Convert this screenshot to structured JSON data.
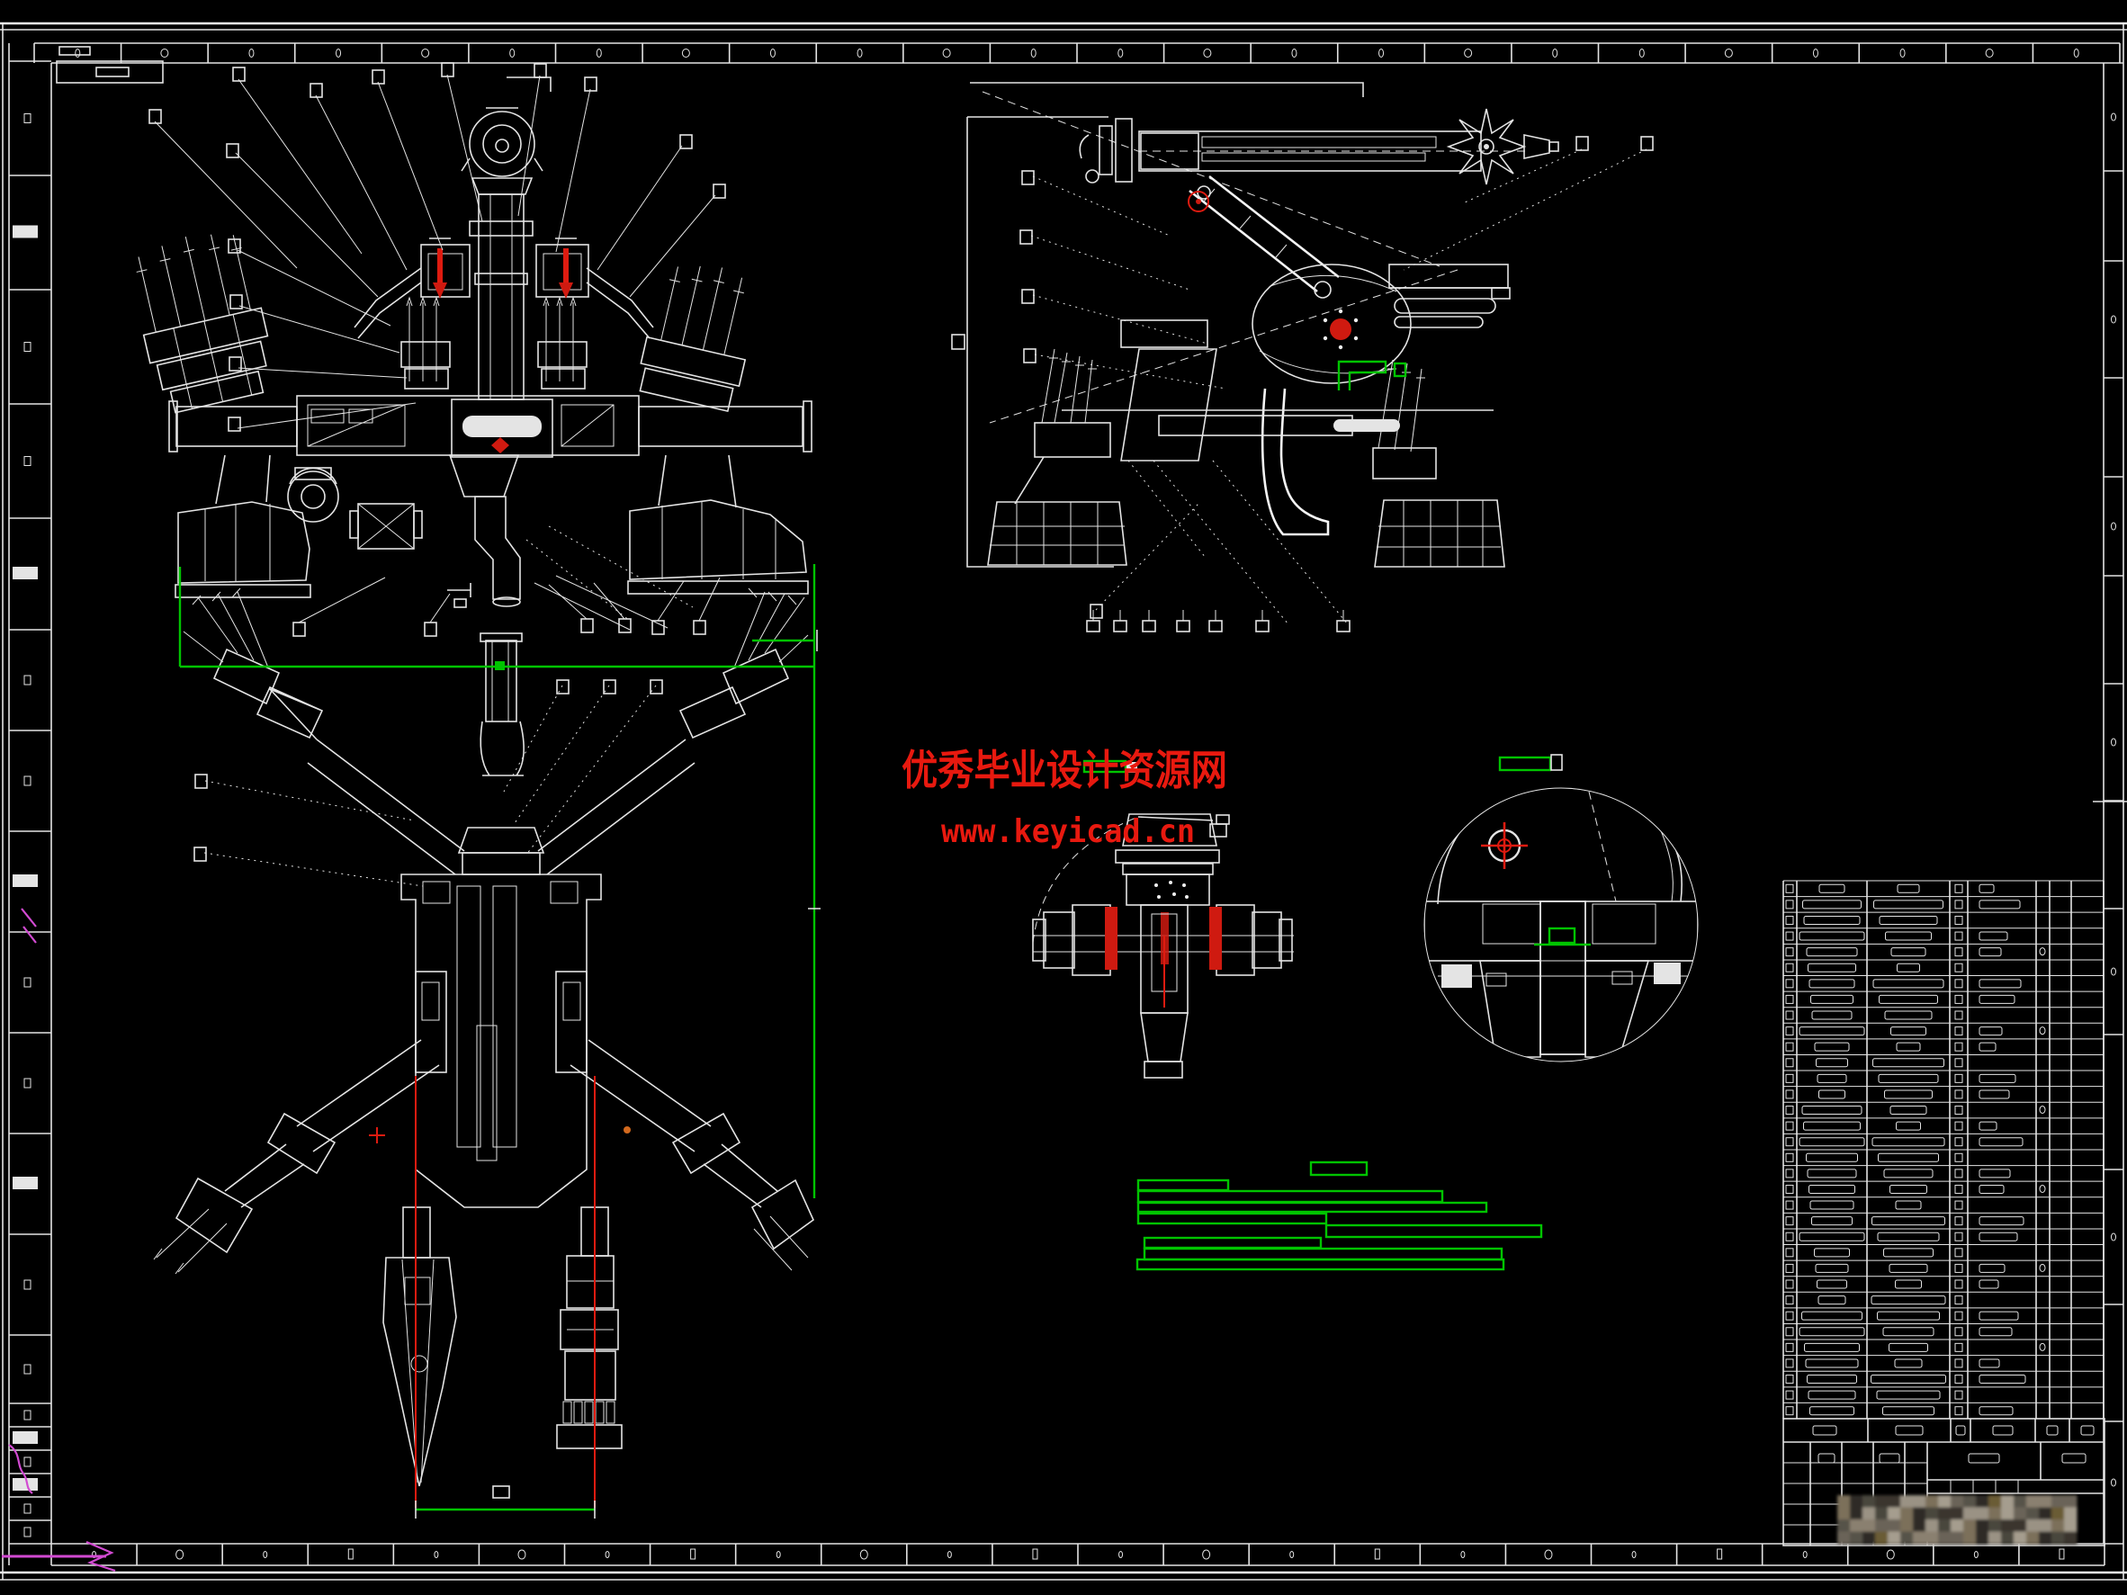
{
  "watermark": {
    "line1": "优秀毕业设计资源网",
    "line2": "www.keyicad.cn"
  },
  "colors": {
    "background": "#000000",
    "line_white": "#e4e4e4",
    "accent_red": "#de1b10",
    "accent_green": "#00c400",
    "accent_magenta": "#d24ad2",
    "watermark_red": "#e8190f"
  },
  "bom_table": {
    "visible_rows": 34,
    "visible_columns": 8
  },
  "border": {
    "top_cells": 24,
    "bottom_cells": 24,
    "left_cells": 19,
    "right_cells": 13
  },
  "green_highlight_bars": [
    [
      1457,
      1292,
      62,
      14
    ],
    [
      1265,
      1312,
      100,
      11
    ],
    [
      1265,
      1324,
      338,
      12
    ],
    [
      1265,
      1337,
      387,
      10
    ],
    [
      1265,
      1349,
      209,
      11
    ],
    [
      1474,
      1362,
      239,
      13
    ],
    [
      1272,
      1376,
      196,
      11
    ],
    [
      1272,
      1388,
      397,
      12
    ],
    [
      1264,
      1400,
      407,
      11
    ]
  ]
}
